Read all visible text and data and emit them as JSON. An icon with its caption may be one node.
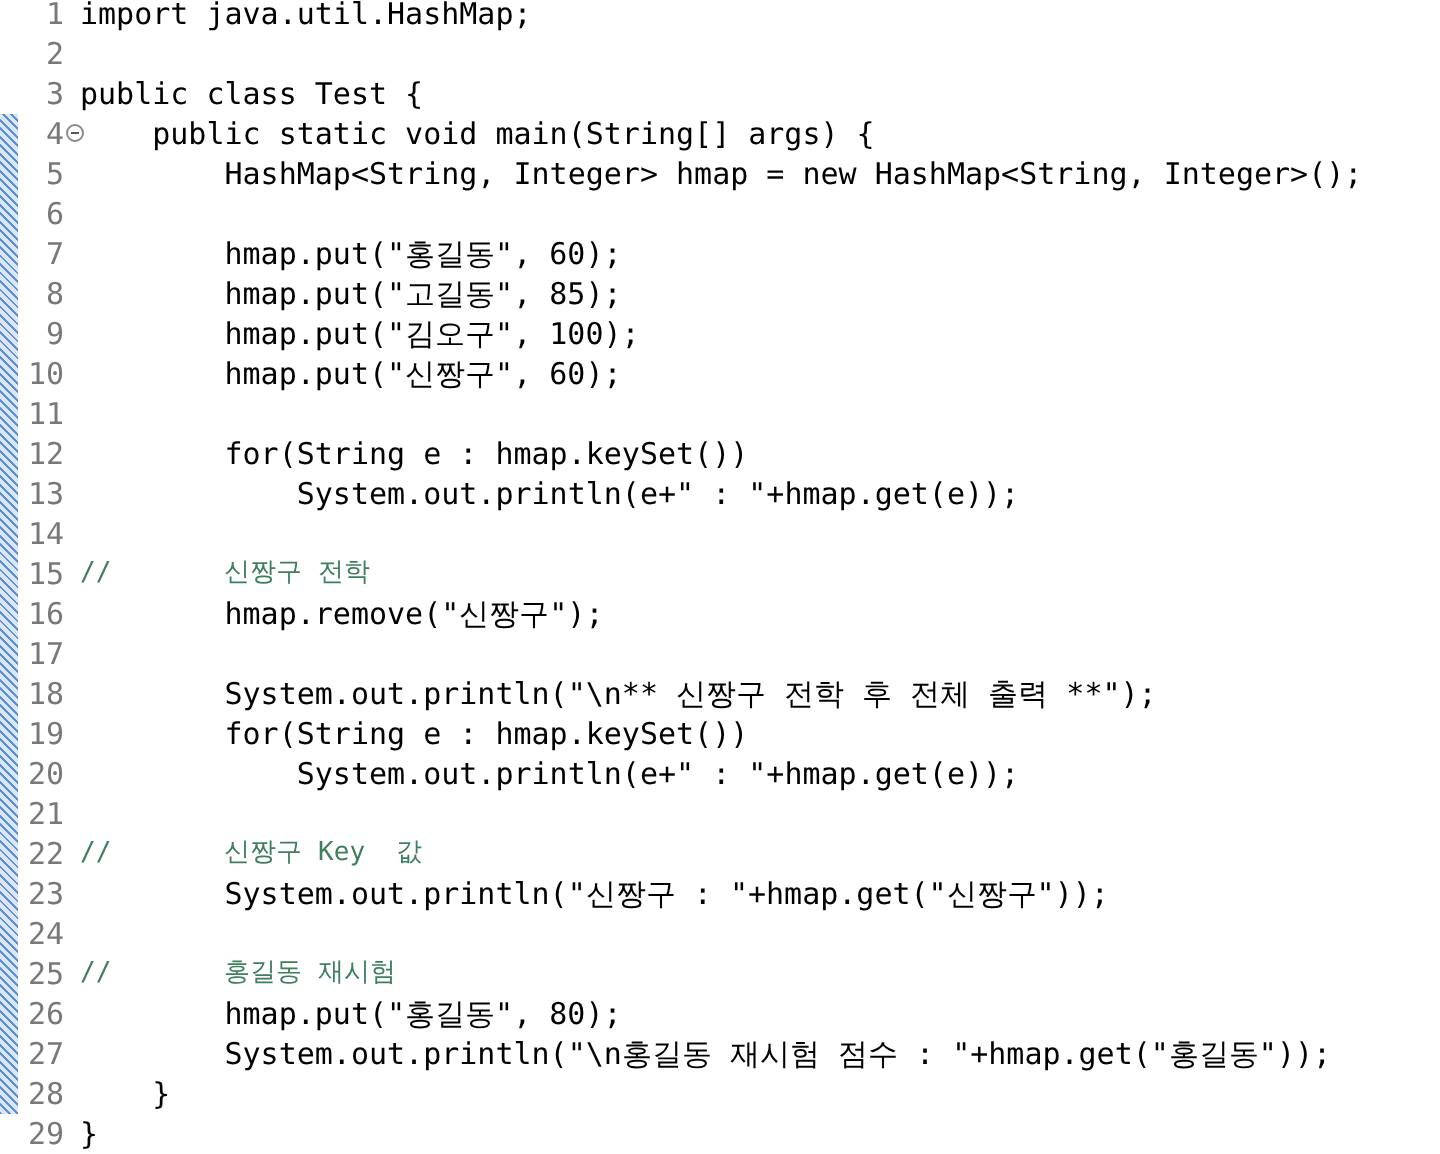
{
  "diagram": {
    "labels": [
      "1",
      "import java.util.HashMap;",
      "2",
      "3",
      "public class Test {",
      "4",
      "public static void main(String[] args) {",
      "5",
      "HashMap<String, Integer> hmap = new HashMap<String, Integer>();",
      "6",
      "7",
      "hmap.put(\"홍길동\", 60);",
      "8",
      "hmap.put(\"고길동\", 85);",
      "9",
      "hmap.put(\"김오구\", 100);",
      "10",
      "hmap.put(\"신짱구\", 60);",
      "11",
      "12",
      "for(String e : hmap.keySet())",
      "13",
      "System.out.println(e+\" : \"+hmap.get(e));",
      "14",
      "15",
      "//",
      "신짱구 전학",
      "16",
      "hmap.remove(\"신짱구\");",
      "17",
      "18",
      "System.out.println(\"\\n** 신짱구 전학 후 전체 출력 **\");",
      "19",
      "for(String e : hmap.keySet())",
      "20",
      "System.out.println(e+\" : \"+hmap.get(e));",
      "21",
      "22",
      "//",
      "신짱구 Key  값",
      "23",
      "System.out.println(\"신짱구 : \"+hmap.get(\"신짱구\"));",
      "24",
      "25",
      "//",
      "홍길동 재시험",
      "26",
      "hmap.put(\"홍길동\", 80);",
      "27",
      "System.out.println(\"\\n홍길동 재시험 점수 : \"+hmap.get(\"홍길동\"));",
      "28",
      "}",
      "29",
      "}"
    ]
  }
}
